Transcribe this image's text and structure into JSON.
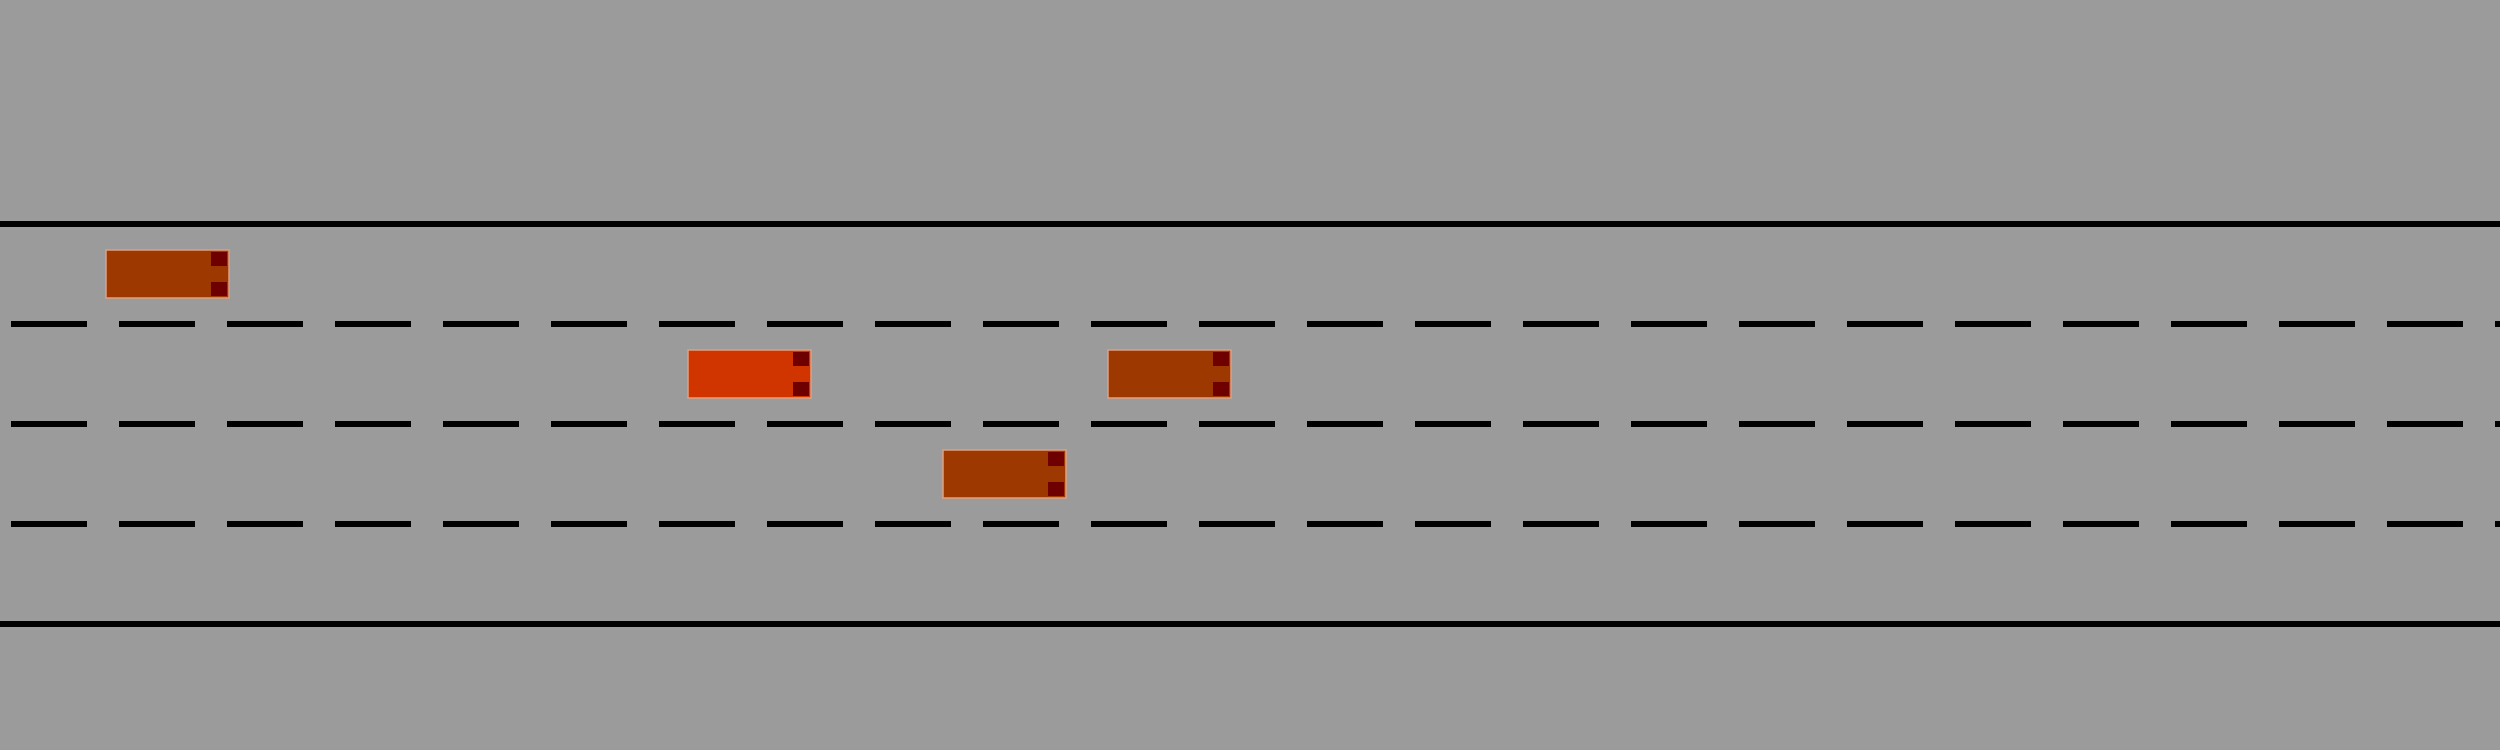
{
  "scene": {
    "background_color": "#9b9b9b",
    "line_color": "#000000",
    "lane_count": 4
  },
  "road_markings": [
    {
      "kind": "solid-edge",
      "position": "top"
    },
    {
      "kind": "dashed-lane-divider",
      "between_lanes": [
        1,
        2
      ]
    },
    {
      "kind": "dashed-lane-divider",
      "between_lanes": [
        2,
        3
      ]
    },
    {
      "kind": "dashed-lane-divider",
      "between_lanes": [
        3,
        4
      ]
    },
    {
      "kind": "solid-edge",
      "position": "bottom"
    }
  ],
  "vehicles": [
    {
      "name": "vehicle-lane1",
      "lane": 1,
      "role": "other",
      "color": "#9c3800",
      "heading": "right"
    },
    {
      "name": "ego-vehicle",
      "lane": 2,
      "role": "ego",
      "color": "#d03500",
      "heading": "right"
    },
    {
      "name": "vehicle-lane2-ahead",
      "lane": 2,
      "role": "other",
      "color": "#9c3800",
      "heading": "right"
    },
    {
      "name": "vehicle-lane3",
      "lane": 3,
      "role": "other",
      "color": "#9c3800",
      "heading": "right"
    }
  ],
  "taillight_color": "#6e0000",
  "outline_color": "#e0a080"
}
